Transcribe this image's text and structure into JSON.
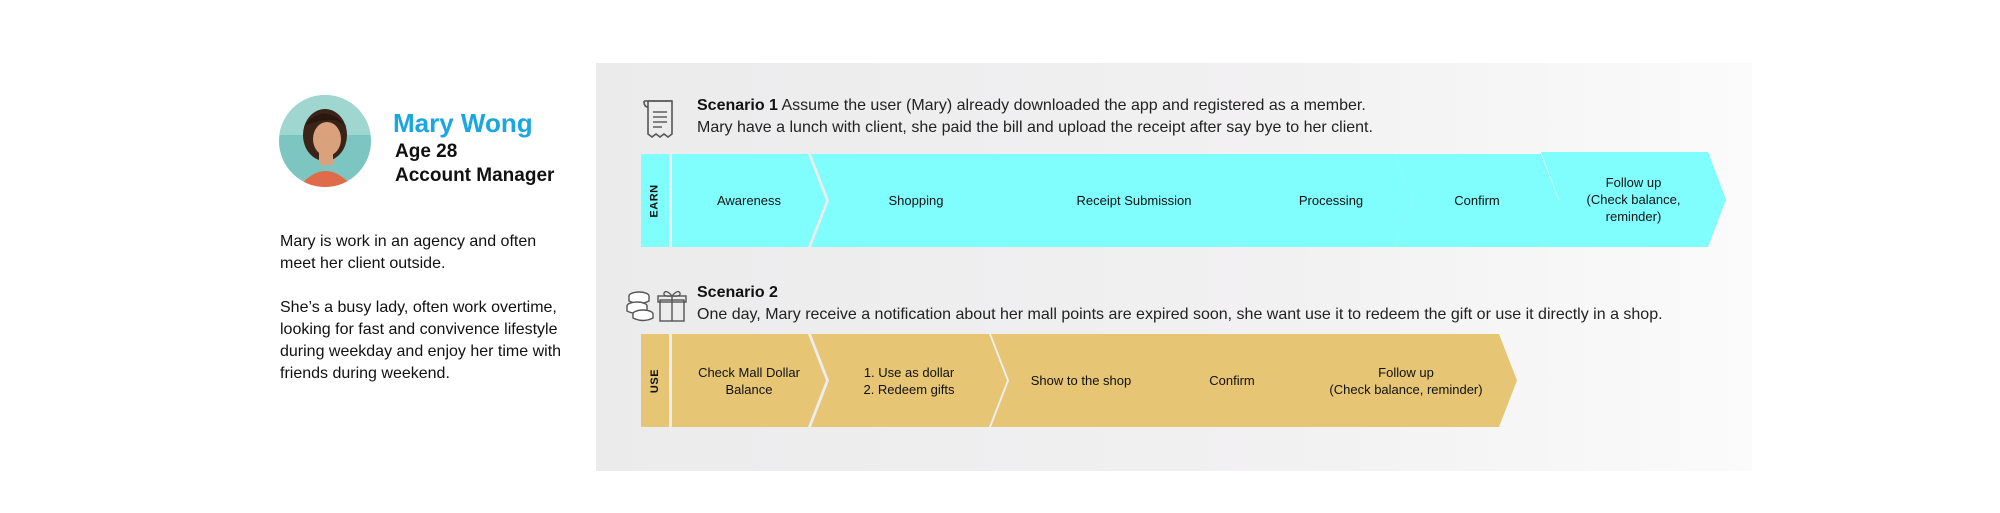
{
  "persona": {
    "name": "Mary Wong",
    "age": "Age 28",
    "role": "Account Manager",
    "description": [
      "Mary is work in an agency and often meet her client outside.",
      "She’s a busy lady, often work overtime, looking for fast and convivence lifestyle during weekday and enjoy her time with friends during weekend."
    ]
  },
  "scenarios": [
    {
      "title": "Scenario 1",
      "line1": "Assume the user (Mary) already downloaded the app and registered as a member.",
      "line2": "Mary have a lunch with client, she paid the bill and upload the receipt after say bye to her client.",
      "icon": "receipt-icon",
      "stage": "EARN",
      "color": "#7ffefd",
      "steps": [
        "Awareness",
        "Shopping",
        "Receipt Submission",
        "Processing",
        "Confirm",
        "Follow up\n(Check balance,\nreminder)"
      ]
    },
    {
      "title": "Scenario 2",
      "line1": "One day, Mary receive a notification about her mall points are expired soon, she want use it to redeem the gift or use it directly in a shop.",
      "icon": "coins-gift-icon",
      "stage": "USE",
      "color": "#e6c575",
      "steps": [
        "Check Mall Dollar\nBalance",
        "1. Use as dollar\n2. Redeem gifts",
        "Show to the shop",
        "Confirm",
        "Follow up\n(Check balance, reminder)"
      ]
    }
  ]
}
